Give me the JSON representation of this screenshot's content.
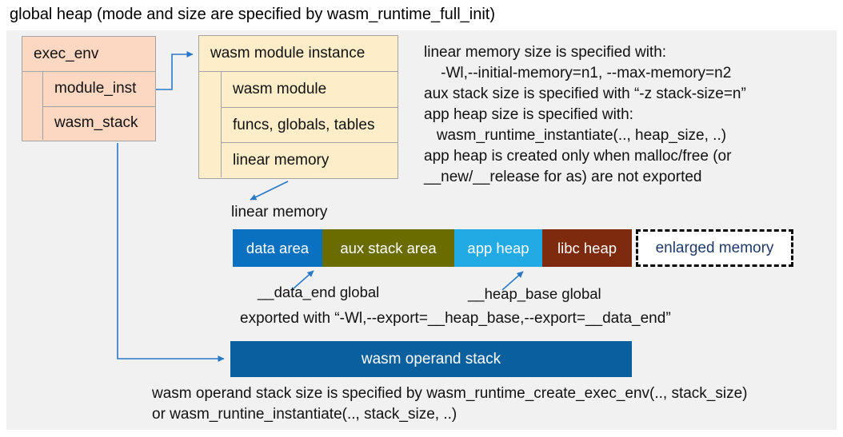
{
  "title": "global heap (mode and size are specified by wasm_runtime_full_init)",
  "colors": {
    "arrow": "#2878c8",
    "exec_env_fill": "#fcd8c2",
    "module_instance_fill": "#fdeec9",
    "canvas_bg": "#f1f1f1",
    "enlarged_text": "#1f3a68"
  },
  "exec_env": {
    "header": "exec_env",
    "rows": [
      "module_inst",
      "wasm_stack"
    ]
  },
  "module_instance": {
    "header": "wasm module instance",
    "rows": [
      "wasm module",
      "funcs, globals, tables",
      "linear memory"
    ]
  },
  "notes": {
    "lines": [
      "linear memory size is specified with:",
      "    -Wl,--initial-memory=n1, --max-memory=n2",
      "aux stack size is specified with “-z stack-size=n”",
      "app heap size is specified with:",
      "   wasm_runtime_instantiate(.., heap_size, ..)",
      "app heap is created only when malloc/free (or",
      "__new/__release for as) are not exported"
    ]
  },
  "linear_memory": {
    "label": "linear memory",
    "segments": [
      {
        "label": "data area",
        "color": "#0a70c0"
      },
      {
        "label": "aux stack area",
        "color": "#6a6c00"
      },
      {
        "label": "app heap",
        "color": "#22aae4"
      },
      {
        "label": "libc heap",
        "color": "#7e2a0e"
      }
    ],
    "enlarged": {
      "label": "enlarged memory"
    }
  },
  "globals": {
    "data_end": "__data_end global",
    "heap_base": "__heap_base global",
    "exported": "exported with “-Wl,--export=__heap_base,--export=__data_end”"
  },
  "operand_stack": {
    "label": "wasm operand stack",
    "color": "#0a5f9e"
  },
  "bottom_note": {
    "lines": [
      "wasm operand stack size is specified by wasm_runtime_create_exec_env(.., stack_size)",
      "or wasm_runtine_instantiate(.., stack_size, ..)"
    ]
  }
}
